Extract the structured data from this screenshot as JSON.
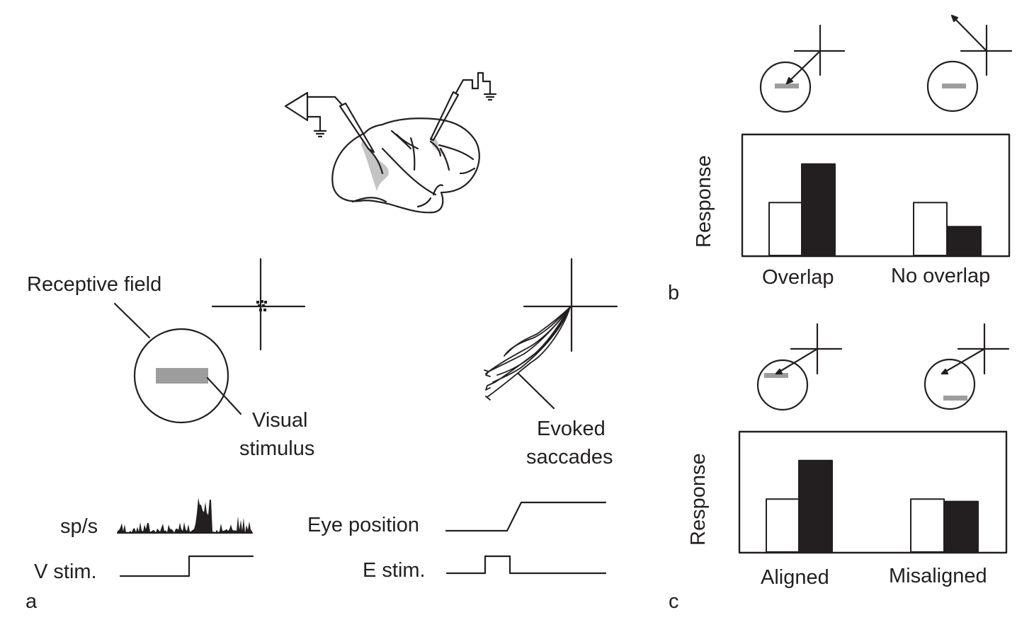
{
  "colors": {
    "ink": "#231f20",
    "stimulus_gray": "#9d9d9d",
    "brain_highlight": "#c4c4c4",
    "bar_open": "#ffffff",
    "bar_filled": "#231f20"
  },
  "panel_a": {
    "letter": "a",
    "labels": {
      "receptive_field": "Receptive field",
      "visual_stimulus_line1": "Visual",
      "visual_stimulus_line2": "stimulus",
      "evoked_saccades_line1": "Evoked",
      "evoked_saccades_line2": "saccades",
      "spike_rate": "sp/s",
      "v_stim": "V stim.",
      "eye_position": "Eye position",
      "e_stim": "E stim."
    },
    "icons": [
      "amplifier-icon",
      "ground-icon",
      "stimulator-pulse-icon",
      "electrode-icon",
      "brain-icon"
    ]
  },
  "panel_b": {
    "letter": "b",
    "conditions": [
      "Overlap",
      "No overlap"
    ],
    "ylabel": "Response"
  },
  "panel_c": {
    "letter": "c",
    "conditions": [
      "Aligned",
      "Misaligned"
    ],
    "ylabel": "Response"
  },
  "chart_data": [
    {
      "type": "bar",
      "title": "",
      "categories": [
        "Overlap",
        "No overlap"
      ],
      "series": [
        {
          "name": "visual only (open)",
          "values": [
            0.44,
            0.44
          ]
        },
        {
          "name": "visual + stimulation (filled)",
          "values": [
            0.76,
            0.24
          ]
        }
      ],
      "xlabel": "",
      "ylabel": "Response",
      "ylim": [
        0,
        1
      ],
      "grid": false,
      "legend": "none"
    },
    {
      "type": "bar",
      "title": "",
      "categories": [
        "Aligned",
        "Misaligned"
      ],
      "series": [
        {
          "name": "visual only (open)",
          "values": [
            0.44,
            0.44
          ]
        },
        {
          "name": "visual + stimulation (filled)",
          "values": [
            0.76,
            0.42
          ]
        }
      ],
      "xlabel": "",
      "ylabel": "Response",
      "ylim": [
        0,
        1
      ],
      "grid": false,
      "legend": "none"
    }
  ]
}
